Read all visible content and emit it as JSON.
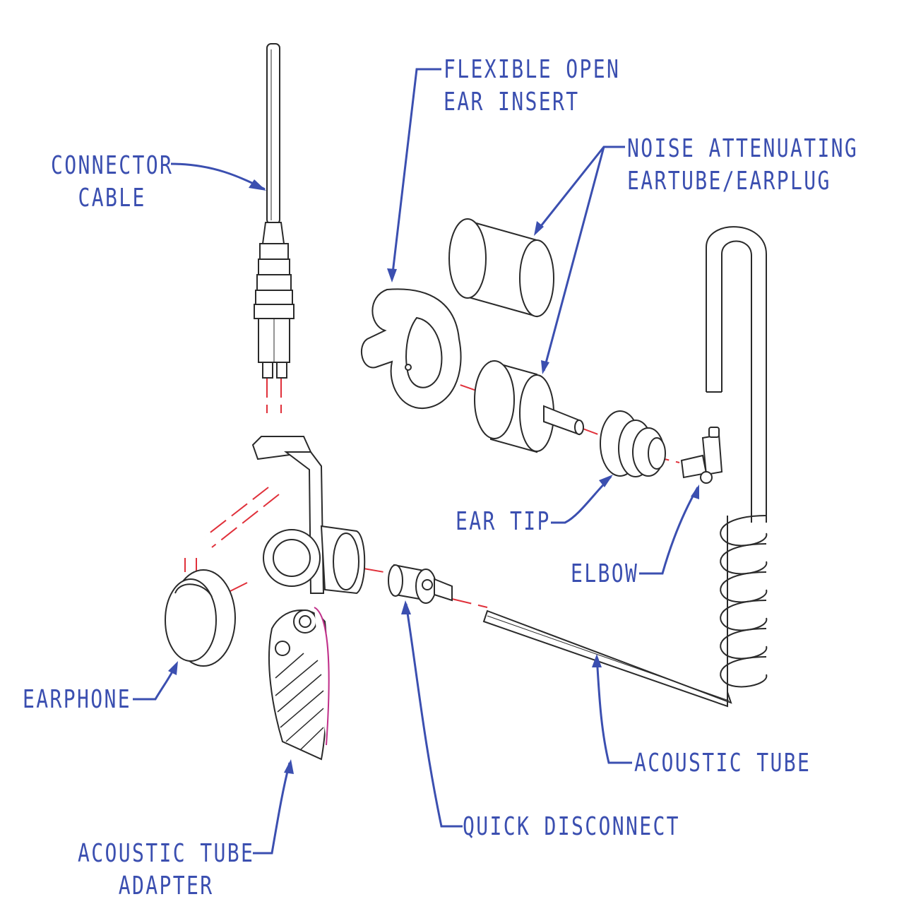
{
  "labels": {
    "connector_cable": [
      "CONNECTOR",
      "CABLE"
    ],
    "flexible_open_ear_insert": [
      "FLEXIBLE OPEN",
      "EAR INSERT"
    ],
    "noise_attenuating": [
      "NOISE ATTENUATING",
      "EARTUBE/EARPLUG"
    ],
    "ear_tip": "EAR TIP",
    "elbow": "ELBOW",
    "earphone": "EARPHONE",
    "acoustic_tube": "ACOUSTIC TUBE",
    "quick_disconnect": "QUICK DISCONNECT",
    "acoustic_tube_adapter": [
      "ACOUSTIC TUBE",
      "ADAPTER"
    ]
  },
  "colors": {
    "label": "#3b4fb0",
    "leader": "#3b4fb0",
    "part_outline": "#2a2a2a",
    "center_line": "#e0303a",
    "accent": "#c0308a"
  }
}
